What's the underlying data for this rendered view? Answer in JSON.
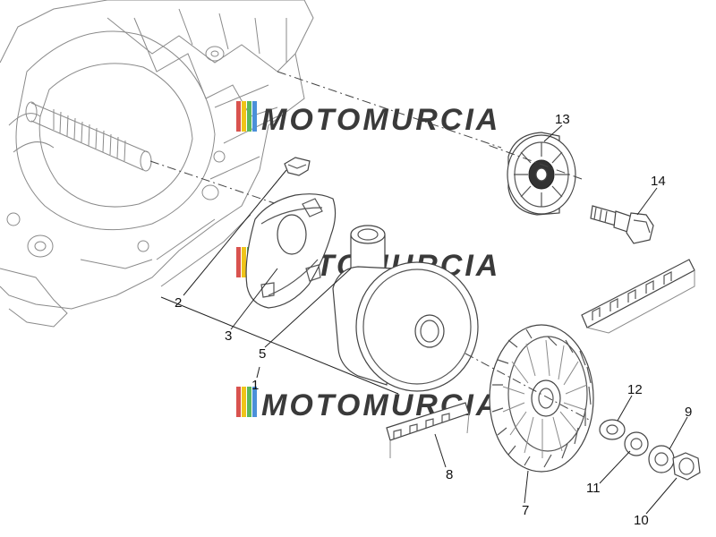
{
  "diagram": {
    "callouts": [
      {
        "id": "c13",
        "text": "13"
      },
      {
        "id": "c14",
        "text": "14"
      },
      {
        "id": "c2",
        "text": "2"
      },
      {
        "id": "c3",
        "text": "3"
      },
      {
        "id": "c5",
        "text": "5"
      },
      {
        "id": "c1",
        "text": "1"
      },
      {
        "id": "c12",
        "text": "12"
      },
      {
        "id": "c9",
        "text": "9"
      },
      {
        "id": "c8",
        "text": "8"
      },
      {
        "id": "c11",
        "text": "11"
      },
      {
        "id": "c7",
        "text": "7"
      },
      {
        "id": "c10",
        "text": "10"
      }
    ]
  },
  "watermark": {
    "text": "MOTOMURCIA",
    "stripe_colors": [
      "#d9534f",
      "#f0c419",
      "#5cb85c",
      "#4a90d9"
    ]
  }
}
